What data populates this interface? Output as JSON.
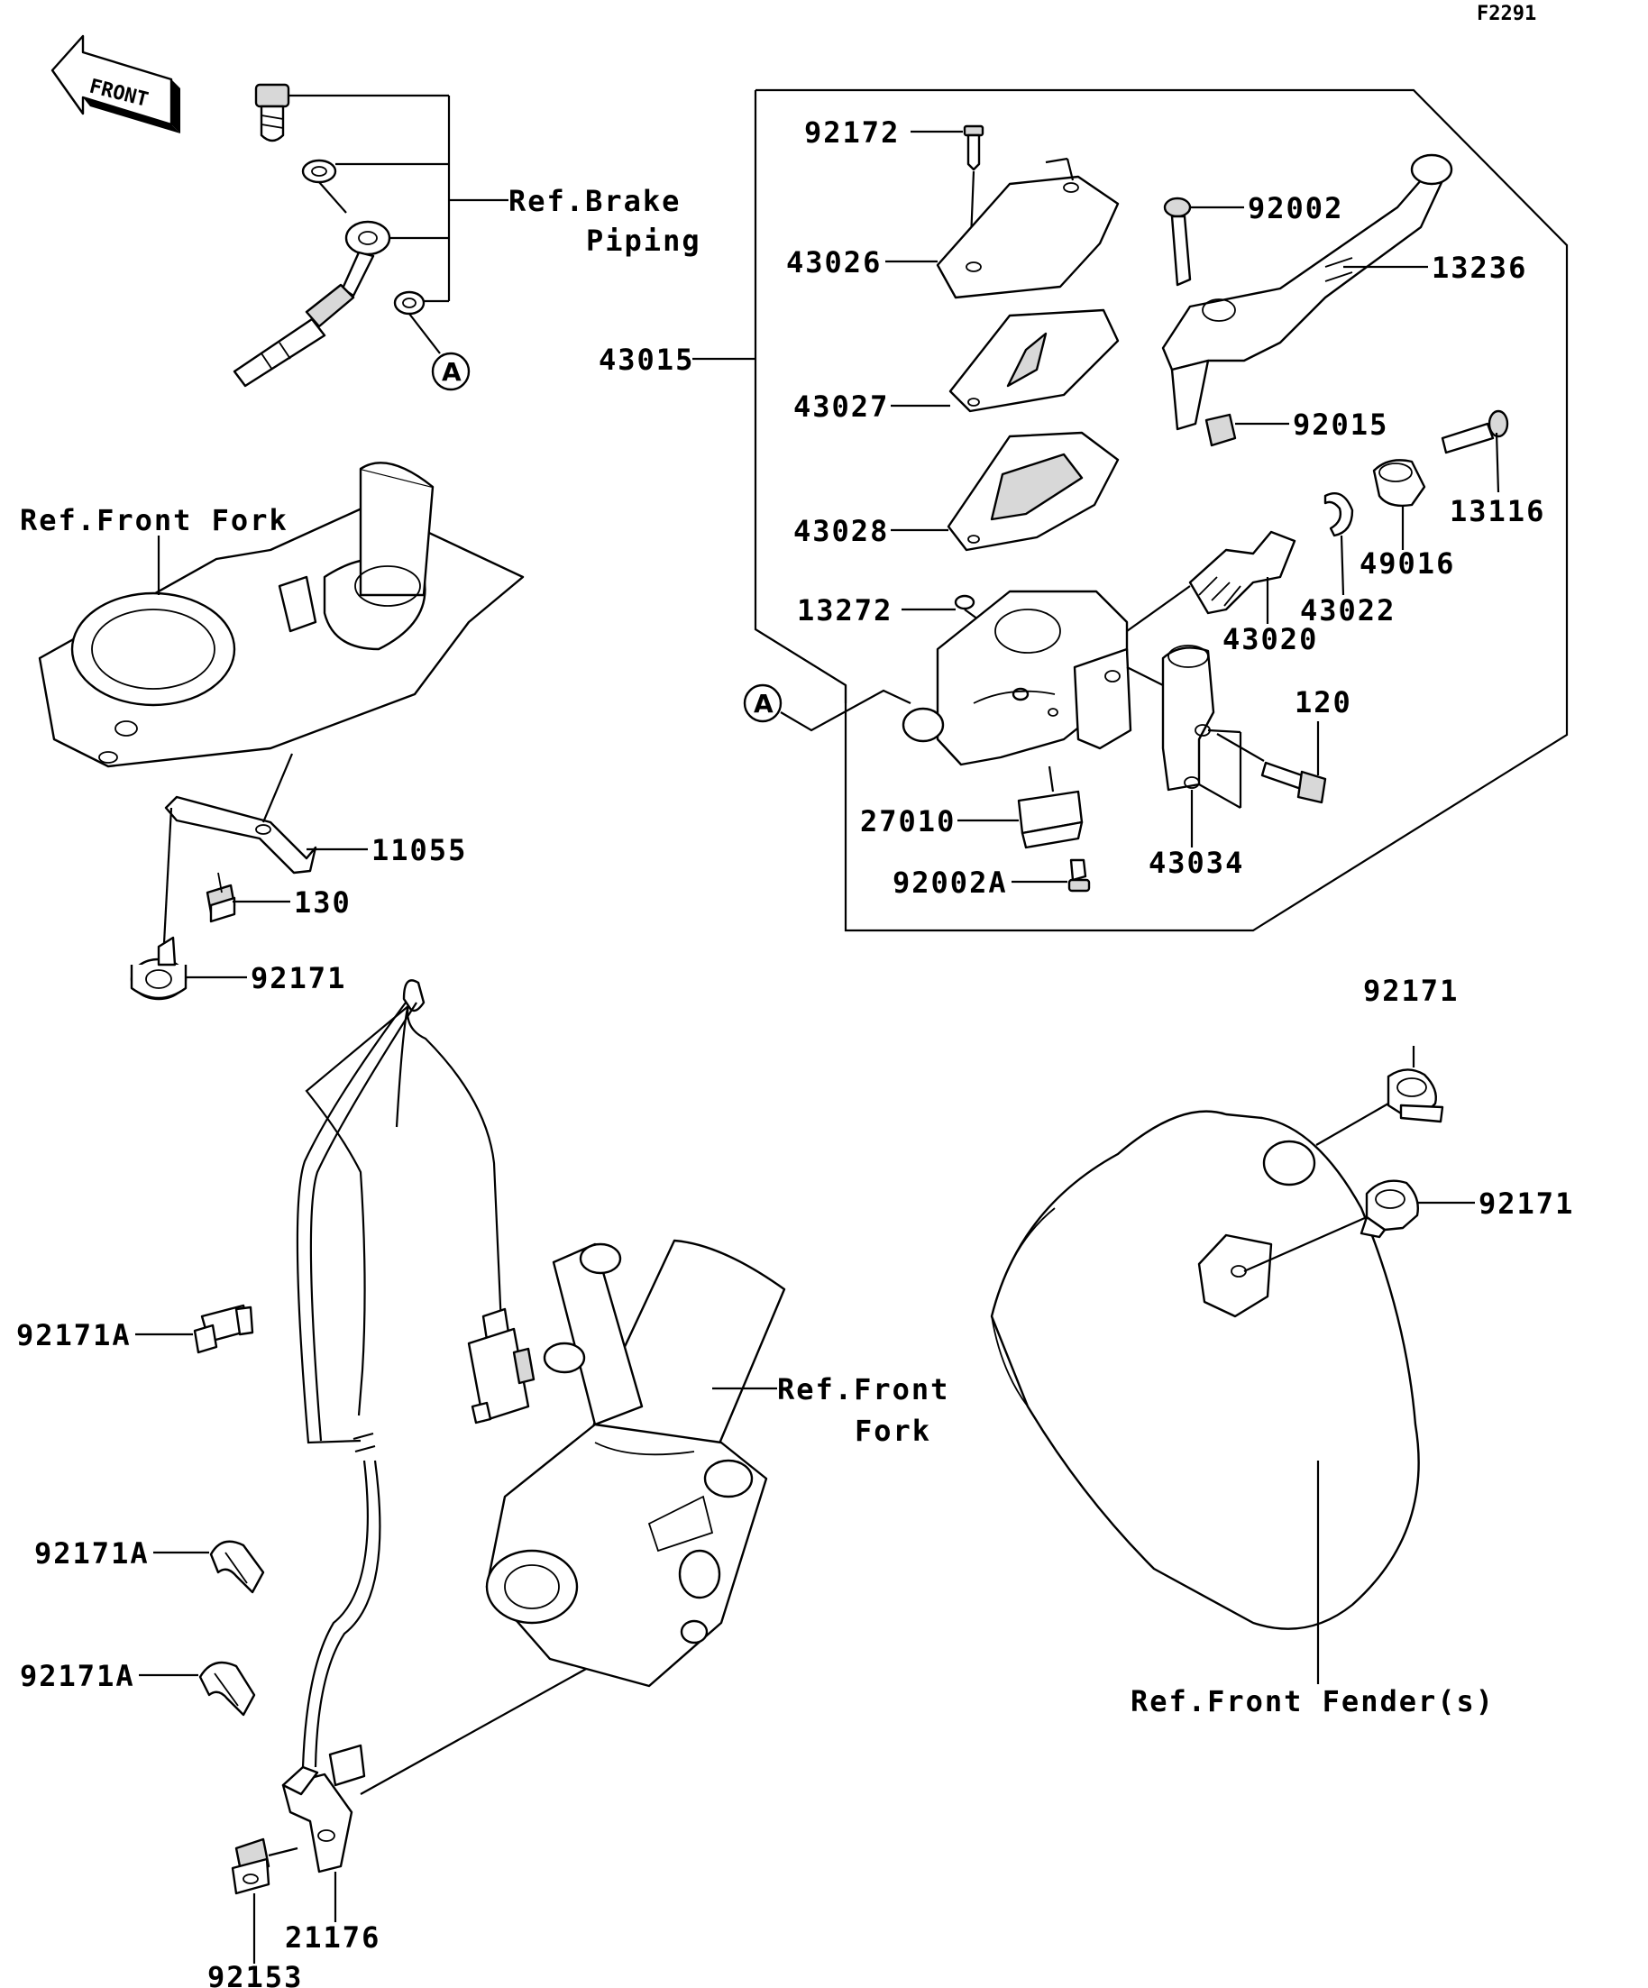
{
  "diagram_code": "F2291",
  "front_arrow": {
    "label": "FRONT",
    "icon": "front-arrow-icon"
  },
  "refs": {
    "brake_piping_line1": "Ref.Brake",
    "brake_piping_line2": "Piping",
    "front_fork_top": "Ref.Front Fork",
    "front_fork_line1": "Ref.Front",
    "front_fork_line2": "Fork",
    "front_fender": "Ref.Front Fender(s)"
  },
  "callout_circle": "A",
  "parts": {
    "p92172": "92172",
    "p43026": "43026",
    "p43015": "43015",
    "p43027": "43027",
    "p43028": "43028",
    "p13272": "13272",
    "p27010": "27010",
    "p92002A": "92002A",
    "p92002": "92002",
    "p13236": "13236",
    "p92015": "92015",
    "p13116": "13116",
    "p49016": "49016",
    "p43022": "43022",
    "p43020": "43020",
    "p120": "120",
    "p43034": "43034",
    "p11055": "11055",
    "p130": "130",
    "p92171_left": "92171",
    "p92171_right_top": "92171",
    "p92171_right_mid": "92171",
    "p92171A_1": "92171A",
    "p92171A_2": "92171A",
    "p92171A_3": "92171A",
    "p21176": "21176",
    "p92153": "92153"
  }
}
